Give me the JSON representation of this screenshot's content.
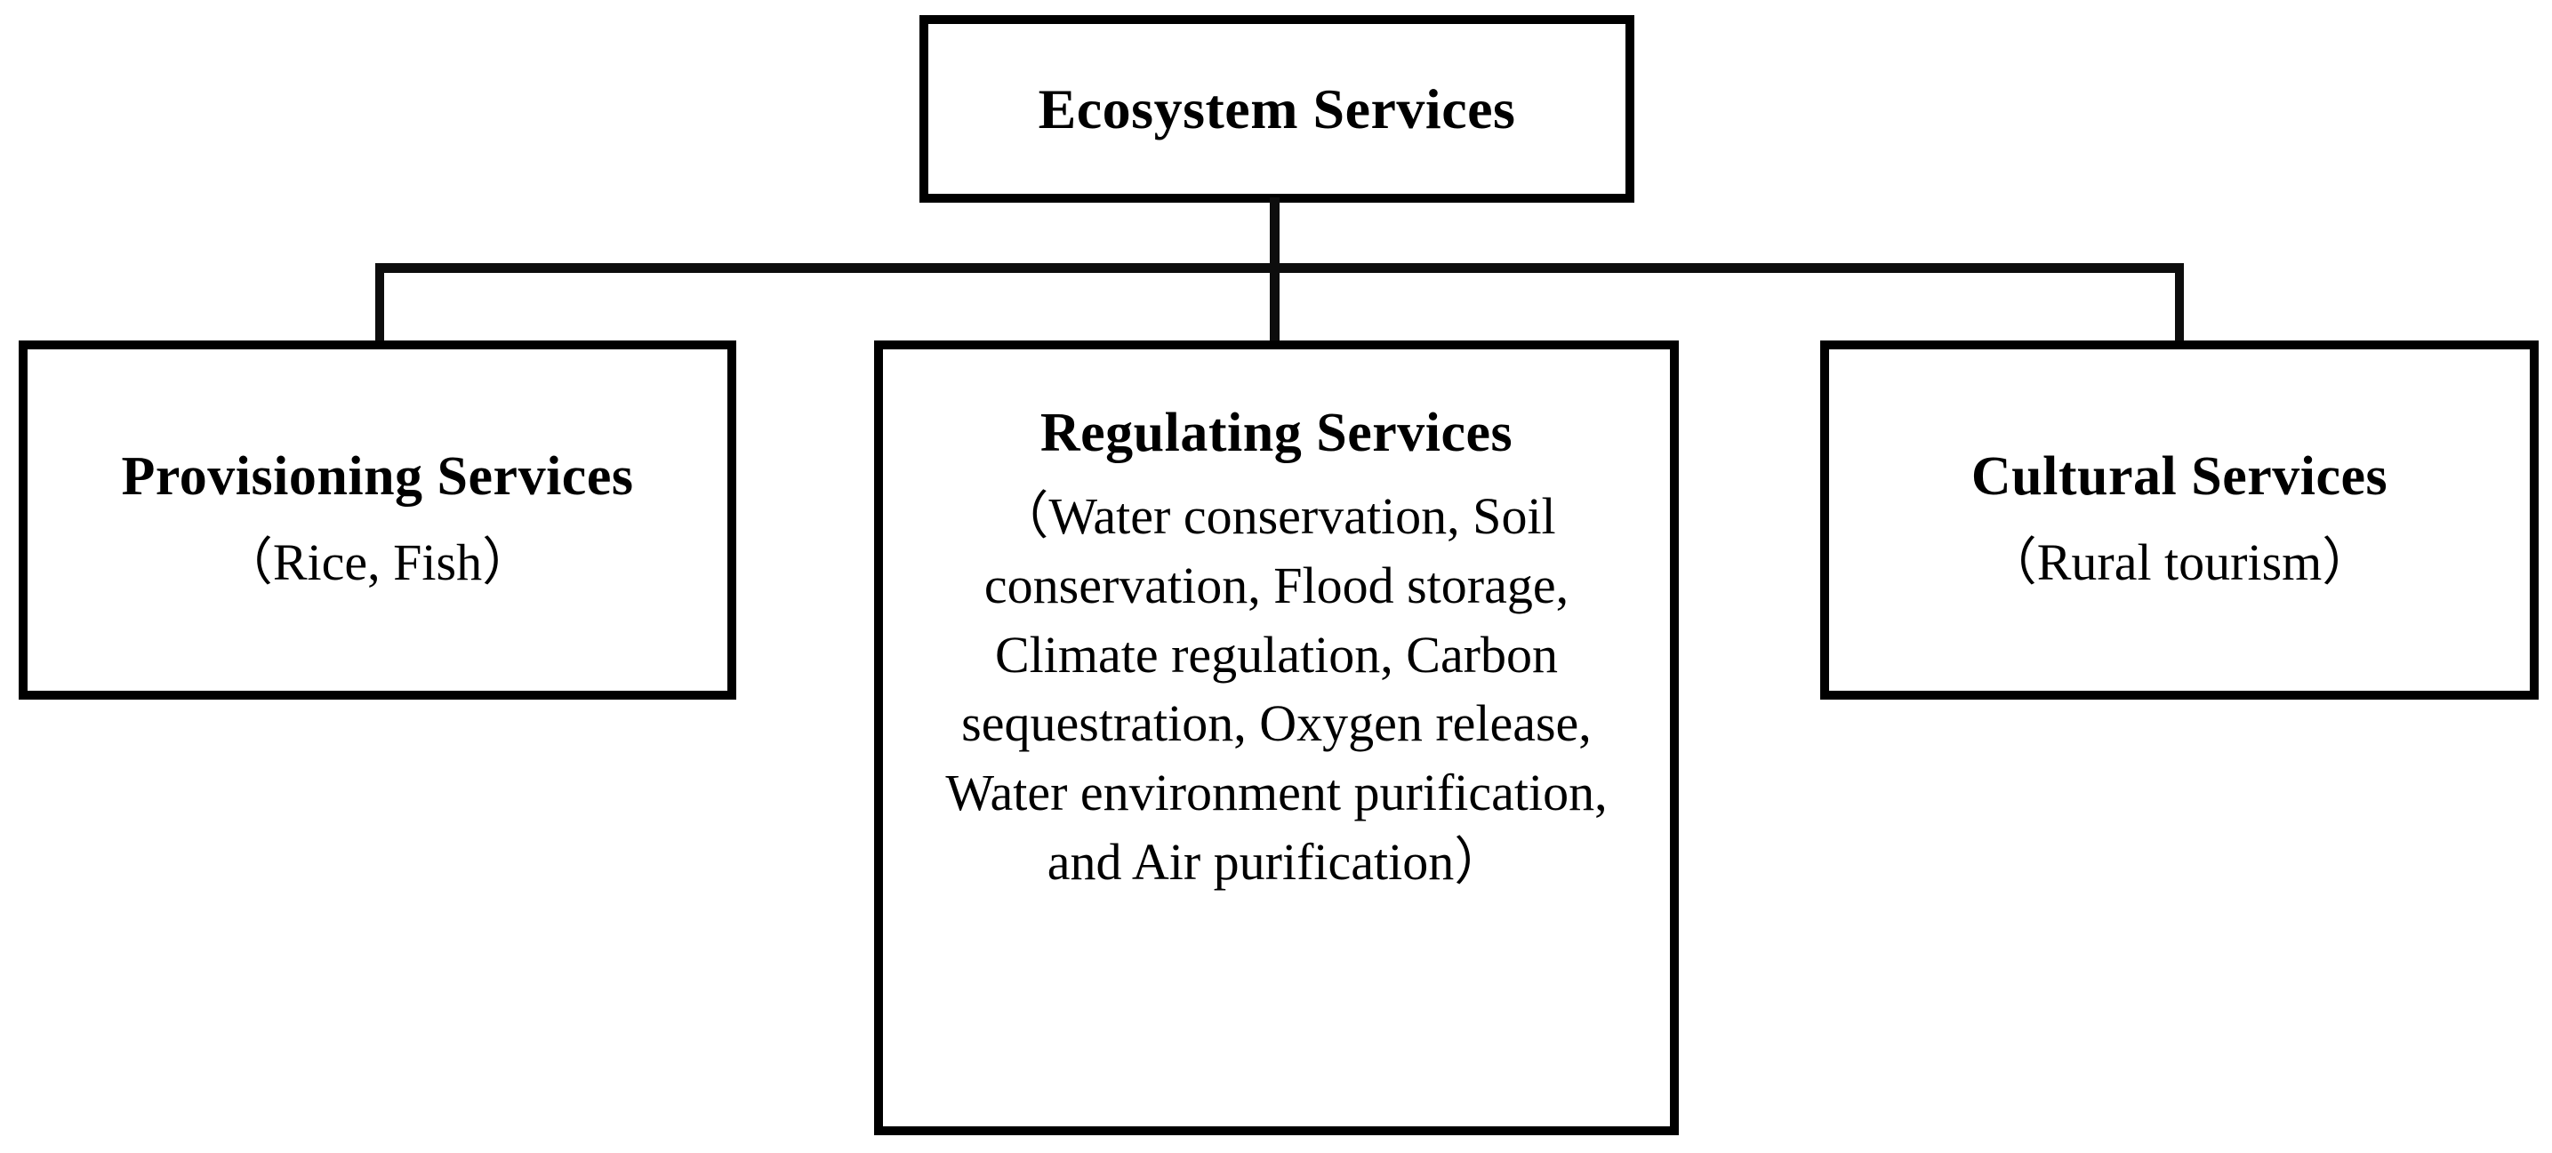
{
  "diagram": {
    "type": "hierarchy-tree",
    "orientation": "top-down",
    "background_color": "#FFFFFF",
    "line_color": "#0D0D0D",
    "border_color": "#000000",
    "text_color": "#000000"
  },
  "root": {
    "title": "Ecosystem Services",
    "detail": ""
  },
  "children": [
    {
      "id": "provisioning",
      "title": "Provisioning Services",
      "detail": "（Rice, Fish）"
    },
    {
      "id": "regulating",
      "title": "Regulating Services",
      "detail": "（Water conservation, Soil conservation, Flood storage, Climate regulation, Carbon sequestration, Oxygen release, Water environment purification, and Air purification）"
    },
    {
      "id": "cultural",
      "title": "Cultural Services",
      "detail": "（Rural tourism）"
    }
  ]
}
